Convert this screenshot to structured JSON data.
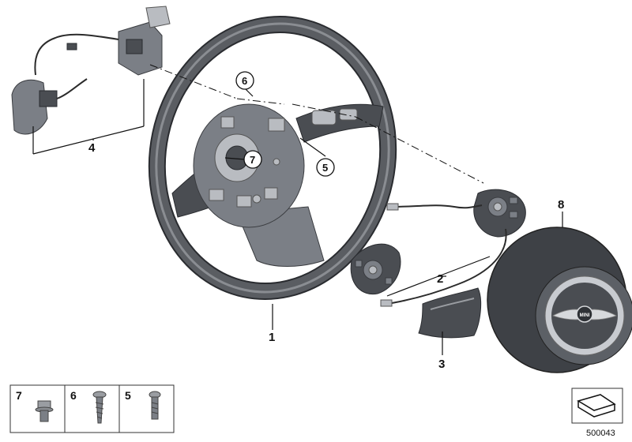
{
  "callouts": {
    "part1": "1",
    "part2": "2",
    "part3": "3",
    "part4": "4",
    "part5": "5",
    "part6": "6",
    "part7": "7",
    "part8": "8"
  },
  "legend": {
    "items": [
      {
        "label": "7",
        "icon": "flange-bolt-icon"
      },
      {
        "label": "6",
        "icon": "self-tapping-screw-icon"
      },
      {
        "label": "5",
        "icon": "torx-screw-icon"
      }
    ]
  },
  "airbag_badge": "MINI",
  "diagram_number": "500043"
}
